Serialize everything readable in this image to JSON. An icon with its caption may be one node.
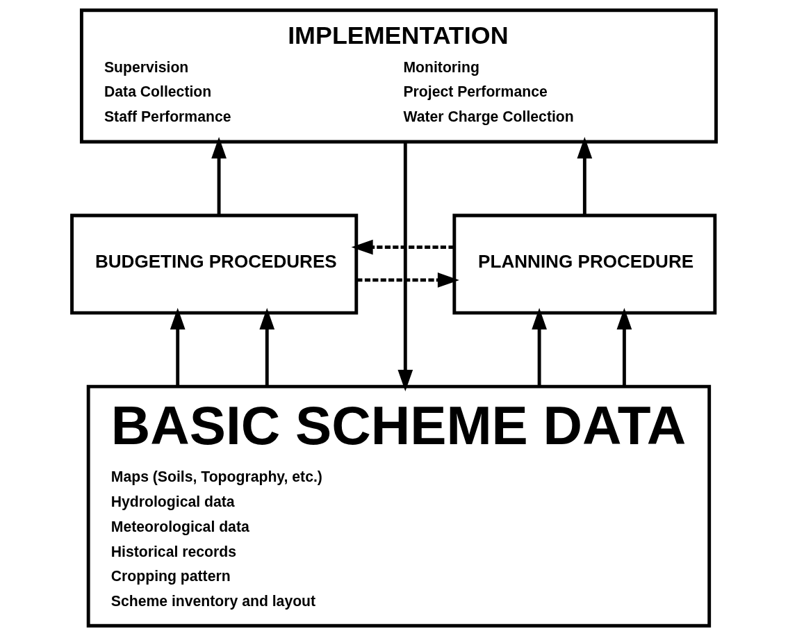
{
  "diagram": {
    "nodes": [
      {
        "text": [
          "IMPLEMENTATION",
          "Supervision",
          "Data Collection",
          "Staff Performance",
          "Monitoring",
          "Project Performance",
          "Water Charge Collection"
        ]
      },
      {
        "text": [
          "BUDGETING PROCEDURES"
        ]
      },
      {
        "text": [
          "PLANNING PROCEDURE"
        ]
      },
      {
        "text": [
          "BASIC SCHEME DATA",
          "Maps (Soils, Topography, etc.)",
          "Hydrological data",
          "Meteorological data",
          "Historical records",
          "Cropping pattern",
          "Scheme inventory and layout"
        ]
      }
    ],
    "edges": [
      {
        "from": 1,
        "to": 0,
        "arrow": "to"
      },
      {
        "from": 2,
        "to": 0,
        "arrow": "to"
      },
      {
        "from": 1,
        "to": 2,
        "arrow": "to",
        "style": "dashed"
      },
      {
        "from": 2,
        "to": 1,
        "arrow": "to",
        "style": "dashed"
      },
      {
        "from": 3,
        "to": 1,
        "arrow": "to"
      },
      {
        "from": 3,
        "to": 1,
        "arrow": "to"
      },
      {
        "from": 3,
        "to": 2,
        "arrow": "to"
      },
      {
        "from": 3,
        "to": 2,
        "arrow": "to"
      },
      {
        "from": 0,
        "to": 3,
        "arrow": "to"
      }
    ]
  }
}
